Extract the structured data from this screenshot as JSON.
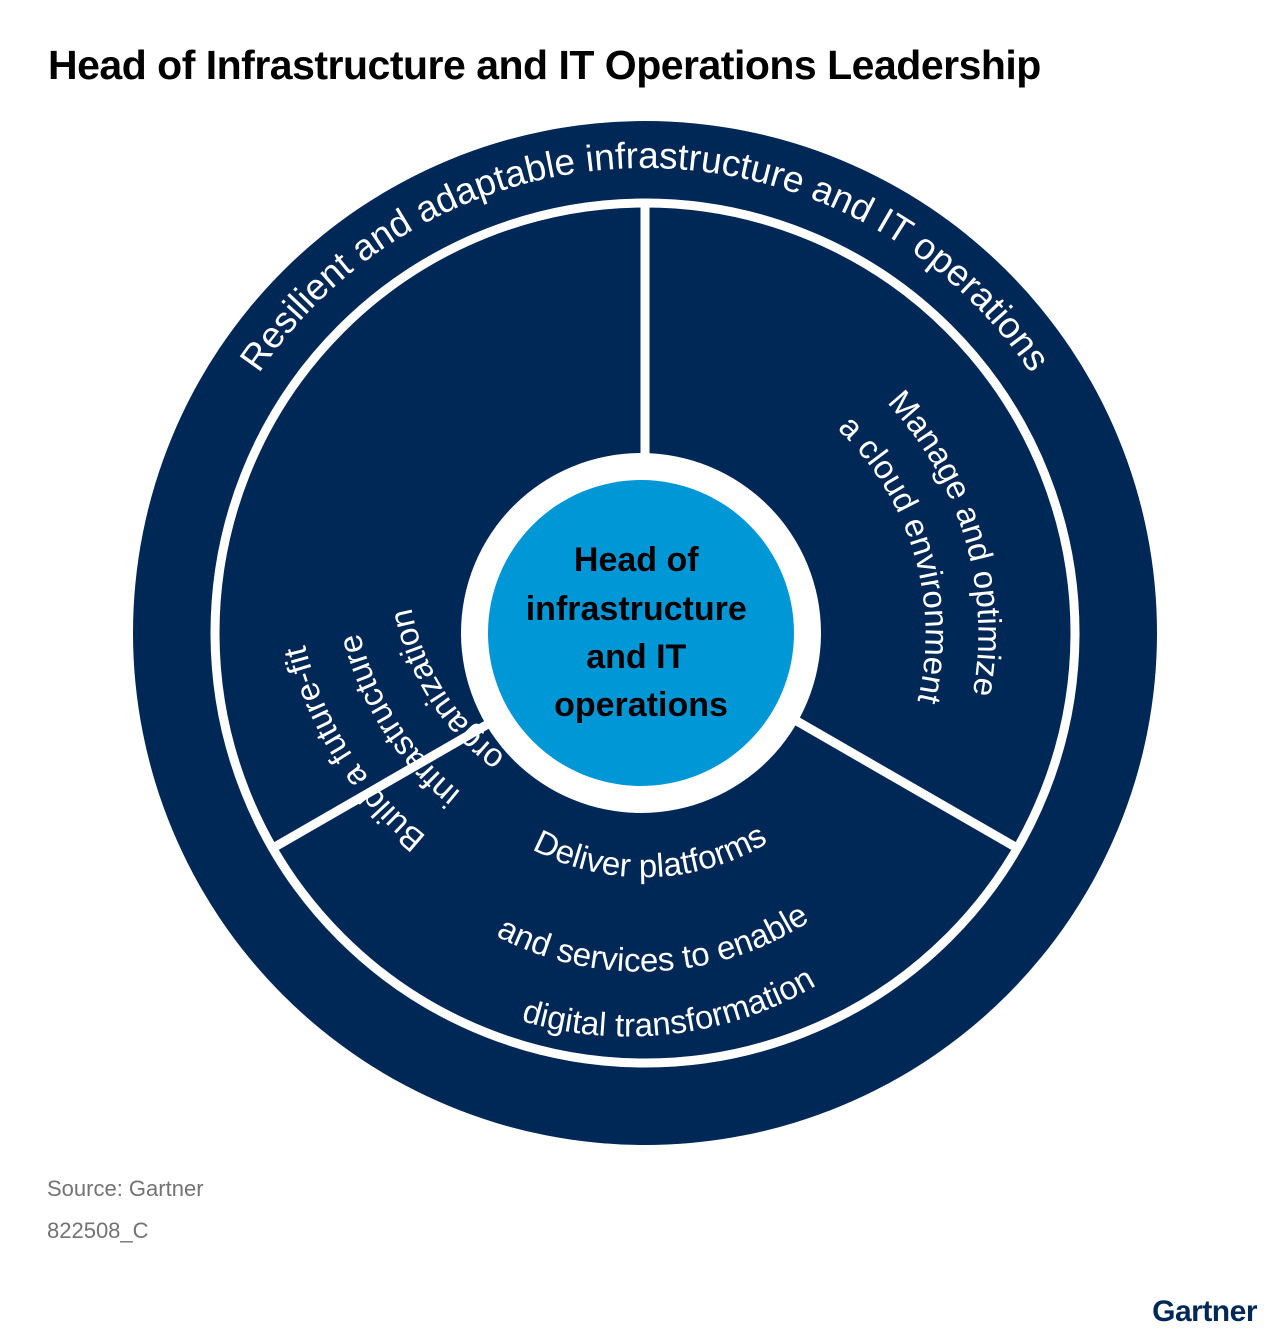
{
  "title": "Head of Infrastructure and IT Operations Leadership",
  "outer_ring_label": "Resilient and adaptable infrastructure and IT operations",
  "segments": {
    "left": [
      "Build a future-fit",
      "infrastructure",
      "organization"
    ],
    "right": [
      "Manage and optimize",
      "a cloud environment"
    ],
    "bottom": [
      "Deliver platforms",
      "and services to enable",
      "digital transformation"
    ]
  },
  "center": [
    "Head of",
    "infrastructure",
    "and IT",
    "operations"
  ],
  "footer": {
    "source": "Source: Gartner",
    "code": "822508_C"
  },
  "logo": "Gartner",
  "colors": {
    "navy": "#002856",
    "center_blue": "#0097D6",
    "white": "#FFFFFF"
  }
}
